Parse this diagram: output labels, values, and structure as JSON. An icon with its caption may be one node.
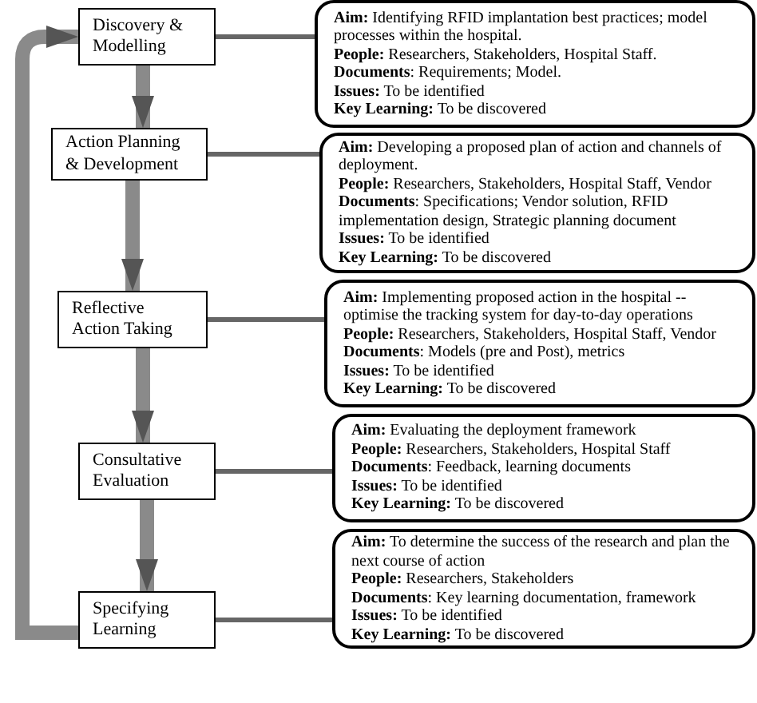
{
  "diagram": {
    "nodes": [
      {
        "text": [
          "Discovery & Modelling"
        ]
      },
      {
        "text": [
          "Action Planning & Development"
        ]
      },
      {
        "text": [
          "Reflective Action Taking"
        ]
      },
      {
        "text": [
          "Consultative Evaluation"
        ]
      },
      {
        "text": [
          "Specifying Learning"
        ]
      },
      {
        "text": [
          "**Aim:** Identifying RFID implantation best practices; model processes within the hospital.",
          "**People:** Researchers, Stakeholders, Hospital Staff.",
          "**Documents**: Requirements; Model.",
          "**Issues:** To be identified",
          "**Key Learning:** To be discovered"
        ]
      },
      {
        "text": [
          "**Aim:** Developing a proposed plan of action and channels of deployment.",
          "**People:** Researchers, Stakeholders, Hospital Staff, Vendor",
          "**Documents**: Specifications; Vendor solution, RFID implementation design, Strategic planning document",
          "**Issues:** To be identified",
          "**Key Learning:** To be discovered"
        ]
      },
      {
        "text": [
          "**Aim:** Implementing proposed action in the hospital -- optimise the tracking system for day-to-day operations",
          "**People:** Researchers, Stakeholders, Hospital Staff, Vendor",
          "**Documents**: Models (pre and Post), metrics",
          "**Issues:** To be identified",
          "**Key Learning:** To be discovered"
        ]
      },
      {
        "text": [
          "**Aim:** Evaluating the deployment framework",
          "**People:** Researchers, Stakeholders, Hospital Staff",
          "**Documents**: Feedback, learning documents",
          "**Issues:** To be identified",
          "**Key Learning:** To be discovered"
        ]
      },
      {
        "text": [
          "**Aim:** To determine the success of the research and plan the next course of action",
          "**People:** Researchers, Stakeholders",
          "**Documents**: Key learning documentation, framework",
          "**Issues:** To be identified",
          "**Key Learning:** To be discovered"
        ]
      }
    ],
    "edges": [
      {
        "from": 0,
        "to": 1,
        "arrow": "to",
        "style": "thick"
      },
      {
        "from": 1,
        "to": 2,
        "arrow": "to",
        "style": "thick"
      },
      {
        "from": 2,
        "to": 3,
        "arrow": "to",
        "style": "thick"
      },
      {
        "from": 3,
        "to": 4,
        "arrow": "to",
        "style": "thick"
      },
      {
        "from": 4,
        "to": 0,
        "arrow": "to",
        "style": "thick"
      },
      {
        "from": 0,
        "to": 5,
        "arrow": "none"
      },
      {
        "from": 1,
        "to": 6,
        "arrow": "none"
      },
      {
        "from": 2,
        "to": 7,
        "arrow": "none"
      },
      {
        "from": 3,
        "to": 8,
        "arrow": "none"
      },
      {
        "from": 4,
        "to": 9,
        "arrow": "none"
      }
    ]
  }
}
